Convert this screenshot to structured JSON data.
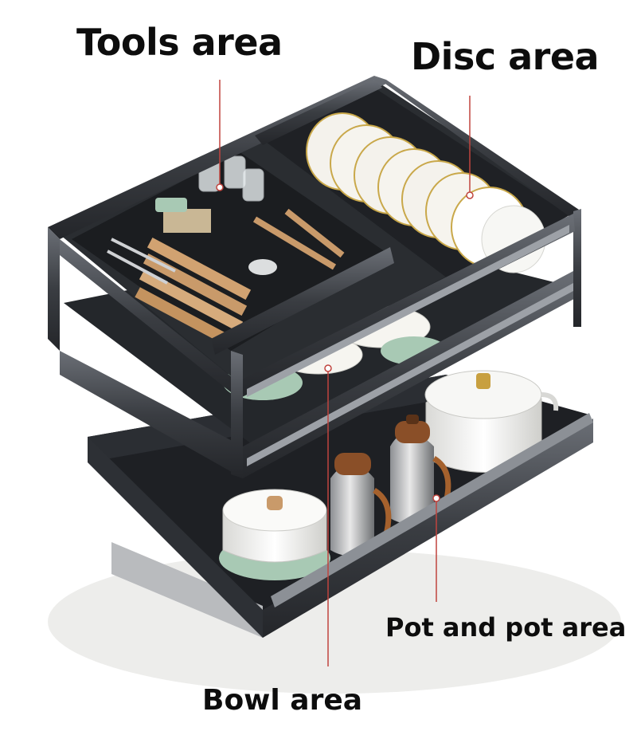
{
  "labels": {
    "tools": "Tools area",
    "disc": "Disc area",
    "pot": "Pot and pot area",
    "bowl": "Bowl area"
  },
  "colors": {
    "frame": "#3a3d42",
    "frame_dark": "#1f2125",
    "leader": "#c0443e",
    "plate": "#f4f2ec",
    "plate_rim": "#c9a84a",
    "mint": "#a8c9b4",
    "wood": "#c99a6a",
    "copper": "#a5612d"
  },
  "icons": [
    "cutlery-icon",
    "plate-stack-icon",
    "kettle-icon",
    "pot-icon",
    "bowl-icon"
  ]
}
